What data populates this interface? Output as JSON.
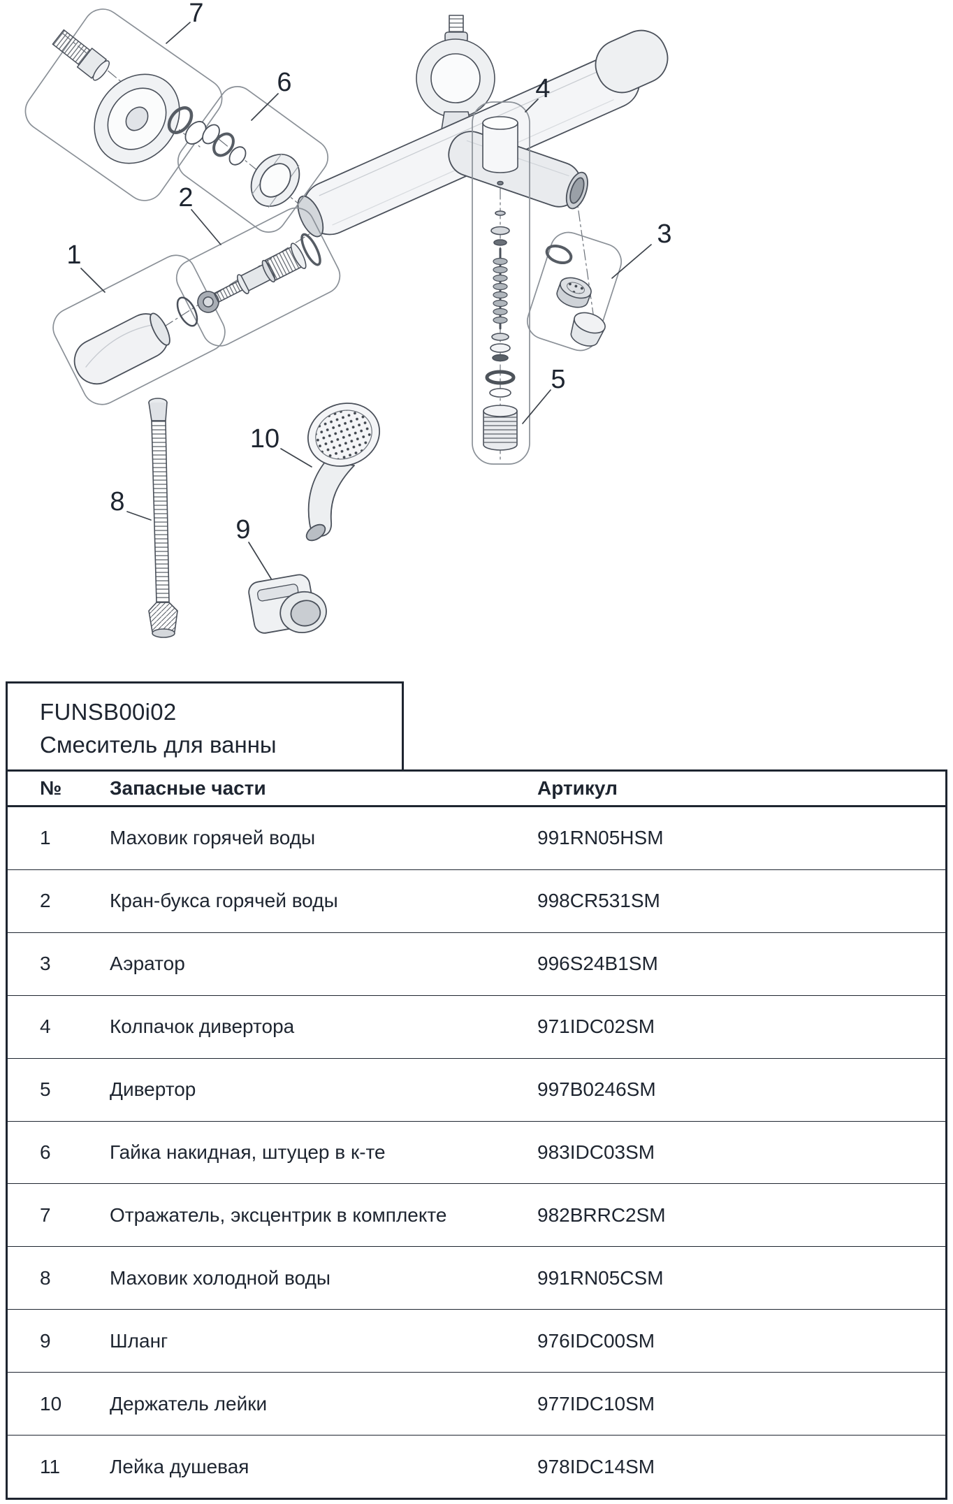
{
  "panel": {
    "title": "FUNSB00i02",
    "subtitle": "Смеситель для ванны"
  },
  "table": {
    "headers": {
      "num": "№",
      "name": "Запасные части",
      "article": "Артикул"
    },
    "rows": [
      {
        "num": "1",
        "name": "Маховик горячей воды",
        "article": "991RN05HSM"
      },
      {
        "num": "2",
        "name": "Кран-букса горячей воды",
        "article": "998CR531SM"
      },
      {
        "num": "3",
        "name": "Аэратор",
        "article": "996S24B1SM"
      },
      {
        "num": "4",
        "name": "Колпачок дивертора",
        "article": "971IDC02SM"
      },
      {
        "num": "5",
        "name": "Дивертор",
        "article": "997B0246SM"
      },
      {
        "num": "6",
        "name": "Гайка накидная, штуцер в к-те",
        "article": "983IDC03SM"
      },
      {
        "num": "7",
        "name": "Отражатель, эксцентрик в комплекте",
        "article": "982BRRC2SM"
      },
      {
        "num": "8",
        "name": "Маховик холодной воды",
        "article": "991RN05CSM"
      },
      {
        "num": "9",
        "name": "Шланг",
        "article": "976IDC00SM"
      },
      {
        "num": "10",
        "name": "Держатель лейки",
        "article": "977IDC10SM"
      },
      {
        "num": "11",
        "name": "Лейка душевая",
        "article": "978IDC14SM"
      }
    ]
  },
  "diagram": {
    "description": "Exploded view of bath mixer with numbered callouts",
    "callouts": [
      {
        "label": "1"
      },
      {
        "label": "2"
      },
      {
        "label": "3"
      },
      {
        "label": "4"
      },
      {
        "label": "5"
      },
      {
        "label": "6"
      },
      {
        "label": "7"
      },
      {
        "label": "8"
      },
      {
        "label": "9"
      },
      {
        "label": "10"
      }
    ]
  },
  "colors": {
    "ink": "#1e2530",
    "line": "#4a505a",
    "group_outline": "#8a9097"
  }
}
